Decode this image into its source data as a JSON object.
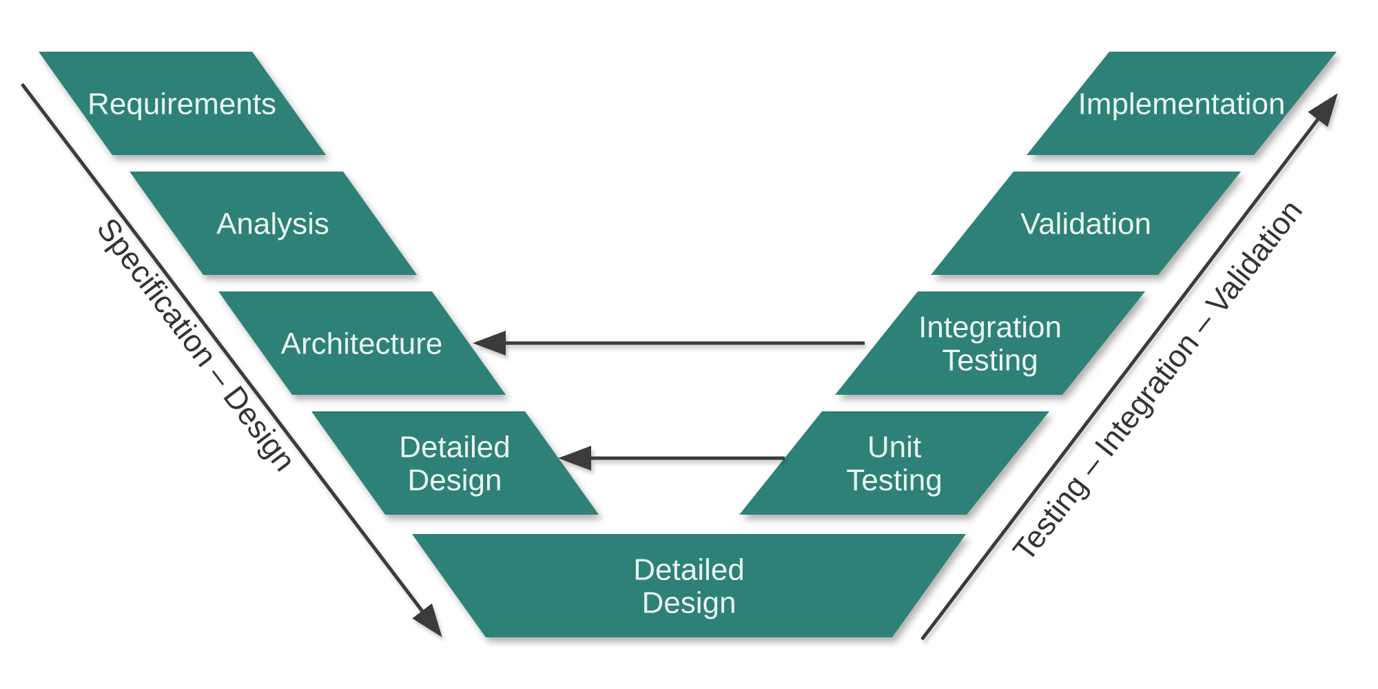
{
  "diagram": {
    "type": "v-model",
    "left_column": [
      {
        "id": "requirements",
        "lines": [
          "Requirements"
        ]
      },
      {
        "id": "analysis",
        "lines": [
          "Analysis"
        ]
      },
      {
        "id": "architecture",
        "lines": [
          "Architecture"
        ]
      },
      {
        "id": "detailed-design",
        "lines": [
          "Detailed",
          "Design"
        ]
      }
    ],
    "right_column": [
      {
        "id": "implementation",
        "lines": [
          "Implementation"
        ]
      },
      {
        "id": "validation",
        "lines": [
          "Validation"
        ]
      },
      {
        "id": "integration-testing",
        "lines": [
          "Integration",
          "Testing"
        ]
      },
      {
        "id": "unit-testing",
        "lines": [
          "Unit",
          "Testing"
        ]
      }
    ],
    "bottom": {
      "id": "detailed-design-base",
      "lines": [
        "Detailed",
        "Design"
      ]
    },
    "axis_labels": {
      "left": "Specification – Design",
      "right": "Testing – Integration – Validation"
    }
  },
  "colors": {
    "box_fill": "#2F8177",
    "box_text": "#E9F6F2",
    "line": "#3A3A3A",
    "axis_text": "#333333",
    "background": "#FFFFFF"
  }
}
